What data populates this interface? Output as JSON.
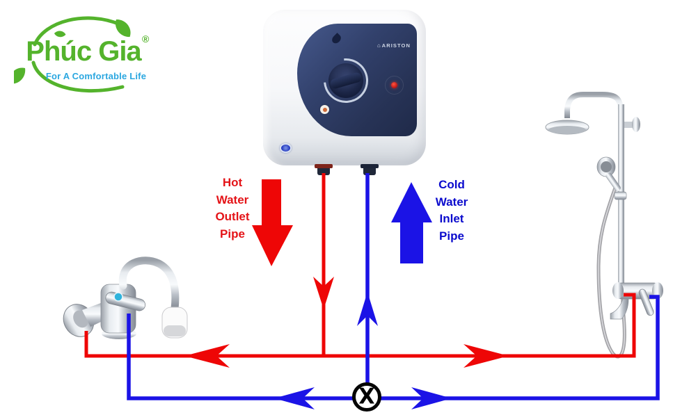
{
  "logo": {
    "brand": "Phúc Gia",
    "registered_mark": "®",
    "tagline": "For A Comfortable Life"
  },
  "heater": {
    "brand": "ARISTON",
    "brand_icon": "house-icon"
  },
  "pipe_labels": {
    "hot": "Hot\nWater\nOutlet\nPipe",
    "cold": "Cold\nWater\nInlet\nPipe"
  },
  "valve": {
    "symbol": "X"
  },
  "colors": {
    "hot_pipe": "#ee0606",
    "cold_pipe": "#1b13e6",
    "hot_label": "#e41418",
    "cold_label": "#0b0bcd",
    "logo_green": "#54b32c",
    "logo_blue": "#2ba7e0"
  }
}
